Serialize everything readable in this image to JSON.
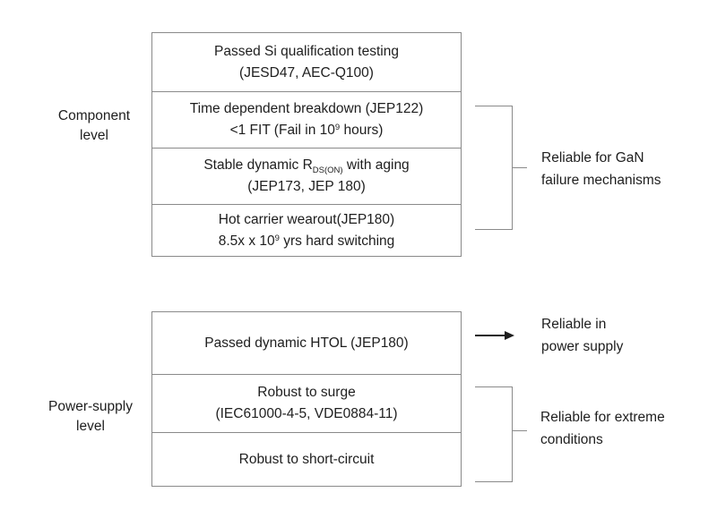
{
  "colors": {
    "background": "#ffffff",
    "box_border": "#8a8a8a",
    "bracket_line": "#8a8a8a",
    "text": "#1e1e1e",
    "arrow": "#1e1e1e"
  },
  "diagram": {
    "component_section": {
      "label": {
        "line1": "Component",
        "line2": "level"
      },
      "rows": [
        {
          "line1": "Passed Si qualification testing",
          "line2": "(JESD47, AEC-Q100)"
        },
        {
          "line1": "Time dependent breakdown (JEP122)",
          "line2_pre": "<1 FIT (Fail in 10",
          "line2_sup": "9",
          "line2_post": " hours)"
        },
        {
          "line1_pre": "Stable dynamic R",
          "line1_sub": "DS(ON)",
          "line1_post": " with aging",
          "line2": "(JEP173, JEP 180)"
        },
        {
          "line1": "Hot carrier wearout(JEP180)",
          "line2_pre": "8.5x x 10",
          "line2_sup": "9",
          "line2_post": " yrs hard switching"
        }
      ],
      "bracket_label": {
        "line1": "Reliable for GaN",
        "line2": "failure mechanisms"
      }
    },
    "power_section": {
      "label": {
        "line1": "Power-supply",
        "line2": "level"
      },
      "rows": [
        {
          "line1": "Passed dynamic HTOL (JEP180)"
        },
        {
          "line1": "Robust to surge",
          "line2": "(IEC61000-4-5, VDE0884-11)"
        },
        {
          "line1": "Robust to short-circuit"
        }
      ],
      "arrow_label": {
        "line1": "Reliable in",
        "line2": "power supply"
      },
      "bracket_label": {
        "line1": "Reliable for extreme",
        "line2": "conditions"
      }
    }
  }
}
